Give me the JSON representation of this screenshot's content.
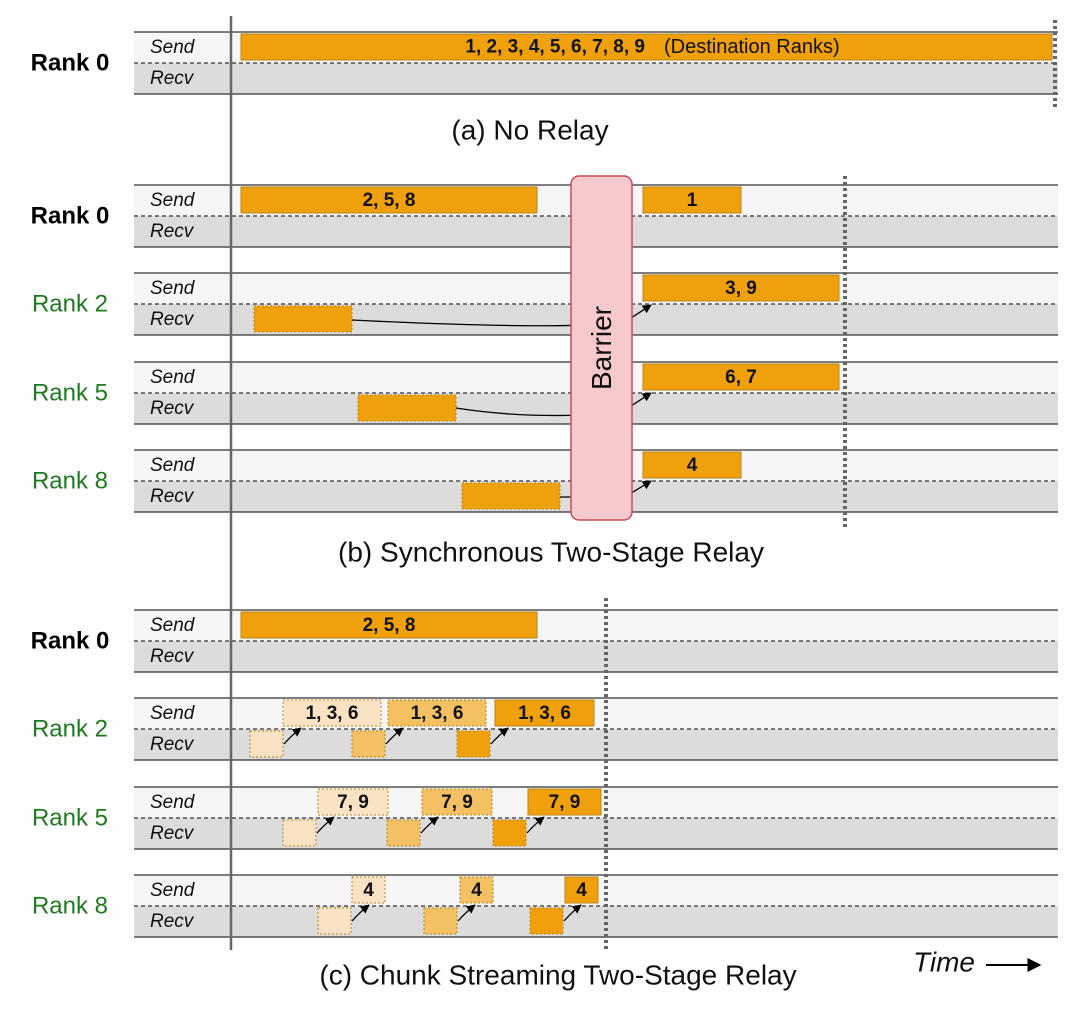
{
  "colors": {
    "send_row_bg": "#f6f6f6",
    "recv_row_bg": "#dcdcdc",
    "bar_full": "#f0a00a",
    "bar_mid": "#f3c163",
    "bar_light": "#f9e3c4",
    "bar_edge": "#b8861c",
    "rank_zero": "#000000",
    "rank_relay": "#1e7a1e",
    "barrier_fill": "#f6c9cd",
    "barrier_edge": "#c84b57"
  },
  "labels": {
    "send": "Send",
    "recv": "Recv",
    "rank0": "Rank 0",
    "rank2": "Rank 2",
    "rank5": "Rank 5",
    "rank8": "Rank 8"
  },
  "panel_a": {
    "caption": "(a) No Relay",
    "bar_numbers": "1, 2, 3, 4, 5, 6, 7, 8, 9",
    "bar_note": "(Destination Ranks)"
  },
  "panel_b": {
    "caption": "(b) Synchronous Two-Stage Relay",
    "barrier_label": "Barrier",
    "rank0_send_1": "2, 5, 8",
    "rank0_send_2": "1",
    "rank2_send": "3, 9",
    "rank5_send": "6, 7",
    "rank8_send": "4"
  },
  "panel_c": {
    "caption": "(c) Chunk Streaming Two-Stage Relay",
    "rank0_send": "2, 5, 8",
    "rank2_send": "1, 3, 6",
    "rank5_send": "7, 9",
    "rank8_send": "4"
  },
  "time_label": "Time"
}
